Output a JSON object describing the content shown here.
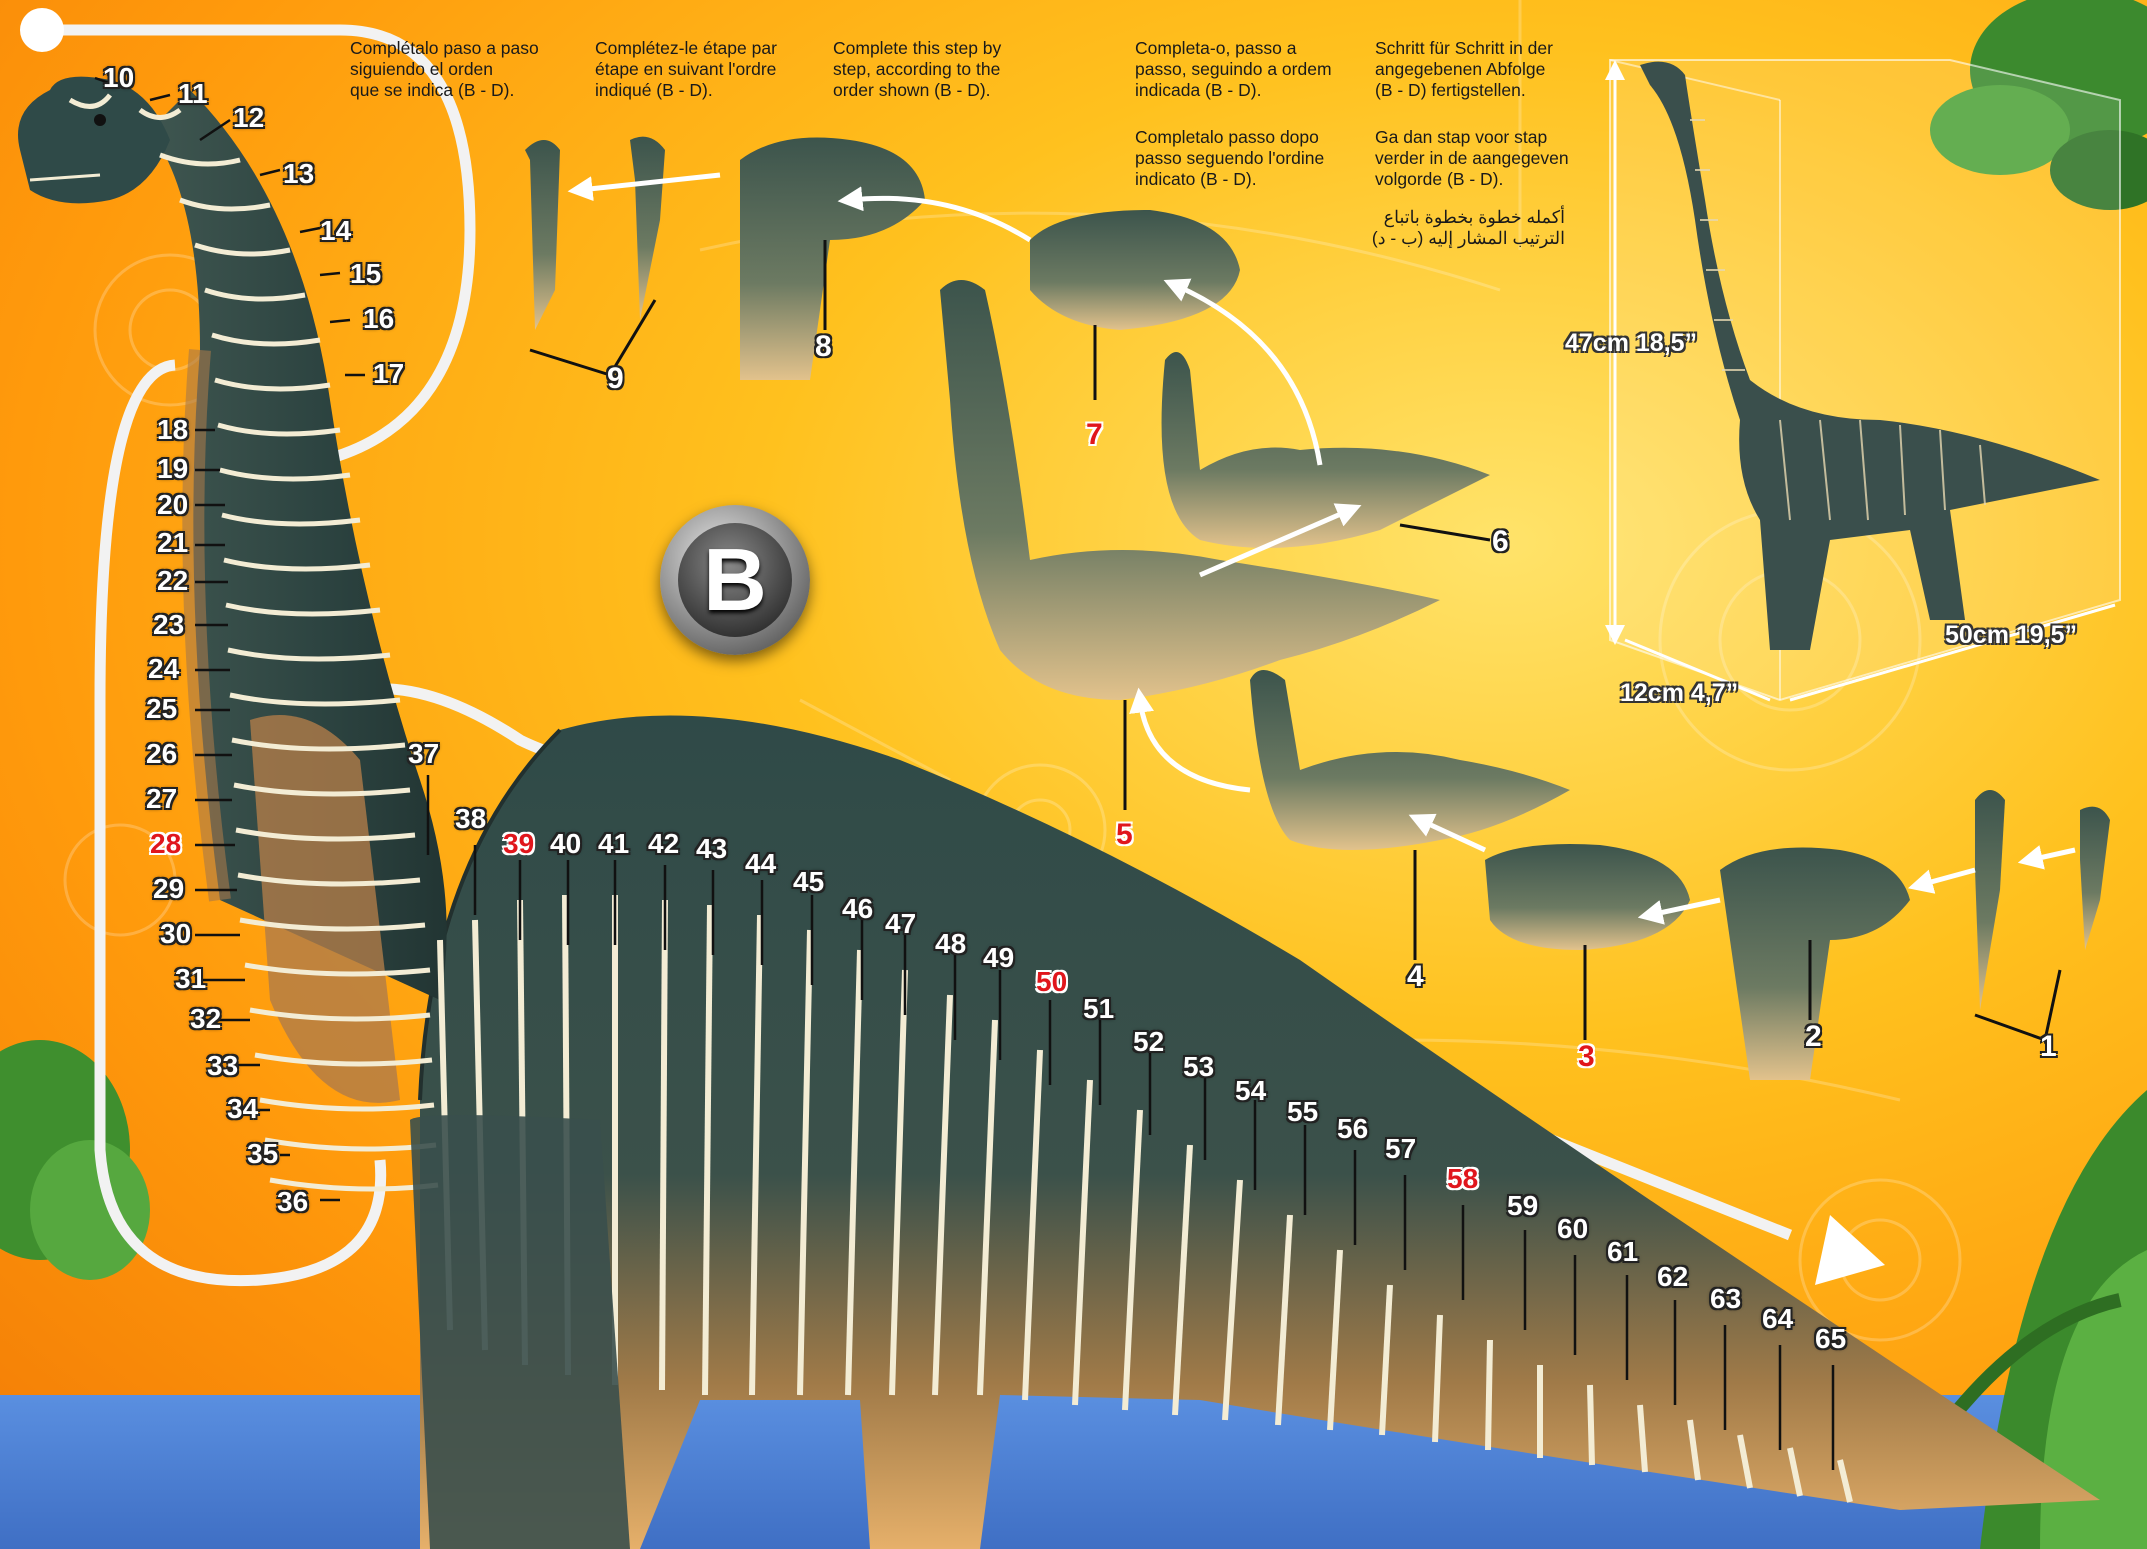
{
  "instructions": [
    {
      "lang": "es",
      "text": "Complétalo paso a paso\nsiguiendo el orden\nque se indica (B - D)."
    },
    {
      "lang": "fr",
      "text": "Complétez-le étape par\nétape en suivant l'ordre\nindiqué (B - D)."
    },
    {
      "lang": "en",
      "text": "Complete this step by\nstep, according to the\norder shown (B - D)."
    },
    {
      "lang": "pt",
      "text": "Completa-o, passo a\npasso, seguindo a ordem\nindicada (B - D)."
    },
    {
      "lang": "it",
      "text": "Completalo passo dopo\npasso seguendo l'ordine\nindicato (B - D)."
    },
    {
      "lang": "de",
      "text": "Schritt für Schritt in der\nangegebenen Abfolge\n(B - D) fertigstellen."
    },
    {
      "lang": "nl",
      "text": "Ga dan stap voor stap\nverder in de aangegeven\nvolgorde (B - D)."
    },
    {
      "lang": "ar",
      "text": "أكمله خطوة بخطوة باتباع\nالترتيب المشار إليه (ب - د)"
    }
  ],
  "section_badge": "B",
  "dimensions": {
    "height": "47cm\n18,5”",
    "width": "12cm\n4,7”",
    "length": "50cm\n19,5”"
  },
  "assembly_steps": [
    "1",
    "2",
    "3",
    "4",
    "5",
    "6",
    "7",
    "8",
    "9"
  ],
  "highlighted_steps": [
    "3",
    "5",
    "7"
  ],
  "part_numbers": [
    "10",
    "11",
    "12",
    "13",
    "14",
    "15",
    "16",
    "17",
    "18",
    "19",
    "20",
    "21",
    "22",
    "23",
    "24",
    "25",
    "26",
    "27",
    "28",
    "29",
    "30",
    "31",
    "32",
    "33",
    "34",
    "35",
    "36",
    "37",
    "38",
    "39",
    "40",
    "41",
    "42",
    "43",
    "44",
    "45",
    "46",
    "47",
    "48",
    "49",
    "50",
    "51",
    "52",
    "53",
    "54",
    "55",
    "56",
    "57",
    "58",
    "59",
    "60",
    "61",
    "62",
    "63",
    "64",
    "65"
  ],
  "highlighted_parts": [
    "28",
    "39",
    "50",
    "58"
  ],
  "colors": {
    "background_light": "#ffe36a",
    "background_dark": "#f27a05",
    "water": "#4a7fd4",
    "dino_dark": "#2f4a48",
    "dino_belly": "#e6b06a",
    "rib": "#f3ecd4",
    "highlight_red": "#e0161c",
    "arrow_white": "#ffffff"
  }
}
